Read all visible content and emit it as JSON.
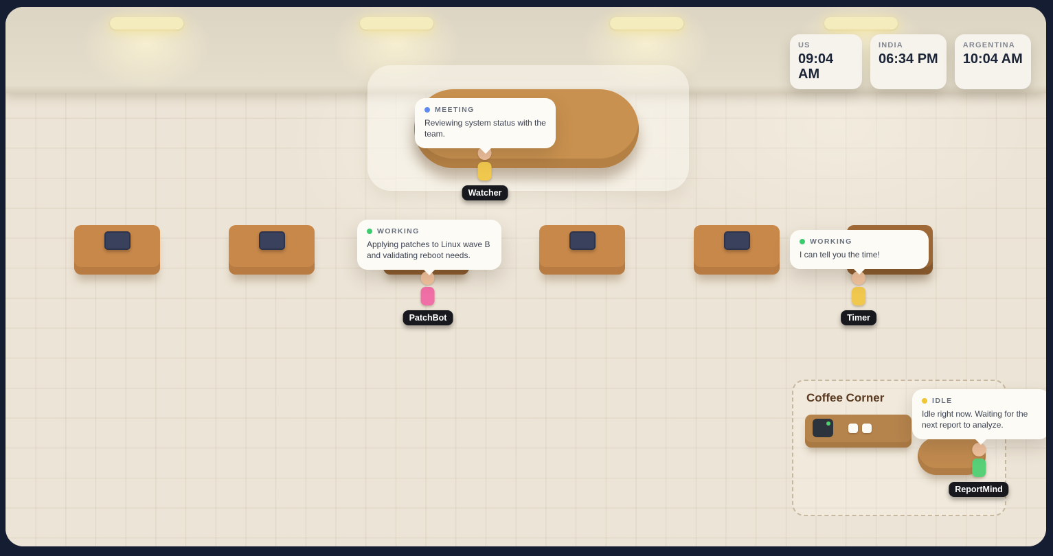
{
  "clocks": [
    {
      "label": "US",
      "time": "09:04 AM"
    },
    {
      "label": "INDIA",
      "time": "06:34 PM"
    },
    {
      "label": "ARGENTINA",
      "time": "10:04 AM"
    }
  ],
  "agents": [
    {
      "name": "Watcher",
      "status": "MEETING",
      "message": "Reviewing system status with the team.",
      "status_color": "#5e8bf0",
      "body_color": "#f0c84e"
    },
    {
      "name": "PatchBot",
      "status": "WORKING",
      "message": "Applying patches to Linux wave B and validating reboot needs.",
      "status_color": "#3ecb70",
      "body_color": "#f06fa6"
    },
    {
      "name": "Timer",
      "status": "WORKING",
      "message": "I can tell you the time!",
      "status_color": "#3ecb70",
      "body_color": "#f0c84e"
    },
    {
      "name": "ReportMind",
      "status": "IDLE",
      "message": "Idle right now. Waiting for the next report to analyze.",
      "status_color": "#f0c535",
      "body_color": "#57d078"
    }
  ],
  "areas": {
    "coffee_corner": {
      "title": "Coffee Corner"
    }
  },
  "colors": {
    "frame": "#151d32",
    "floor": "#ece4d6",
    "wall": "#e0d8c6",
    "lamp": "#f5ecbd",
    "desk": "#c8884a",
    "desk_occupied": "#a06a38",
    "laptop": "#39415d",
    "meeting_table": "#c9914f",
    "bubble_bg": "#fdfbf6",
    "name_tag_bg": "#17191e",
    "agent_skin": "#f2c39e",
    "clock_text": "#1b2436"
  }
}
